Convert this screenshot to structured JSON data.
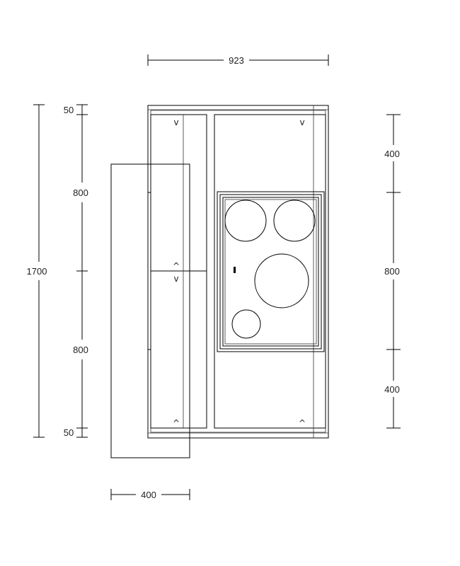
{
  "dimensions": {
    "top_width": "923",
    "bottom_width": "400",
    "total_height": "1700",
    "left_top": "50",
    "left_upper": "800",
    "left_lower": "800",
    "left_bottom": "50",
    "right_top": "400",
    "right_middle": "800",
    "right_bottom": "400"
  },
  "open_marks": {
    "down": "v",
    "up": "^"
  },
  "colors": {
    "line": "#000000",
    "text": "#222222",
    "background": "#ffffff"
  }
}
